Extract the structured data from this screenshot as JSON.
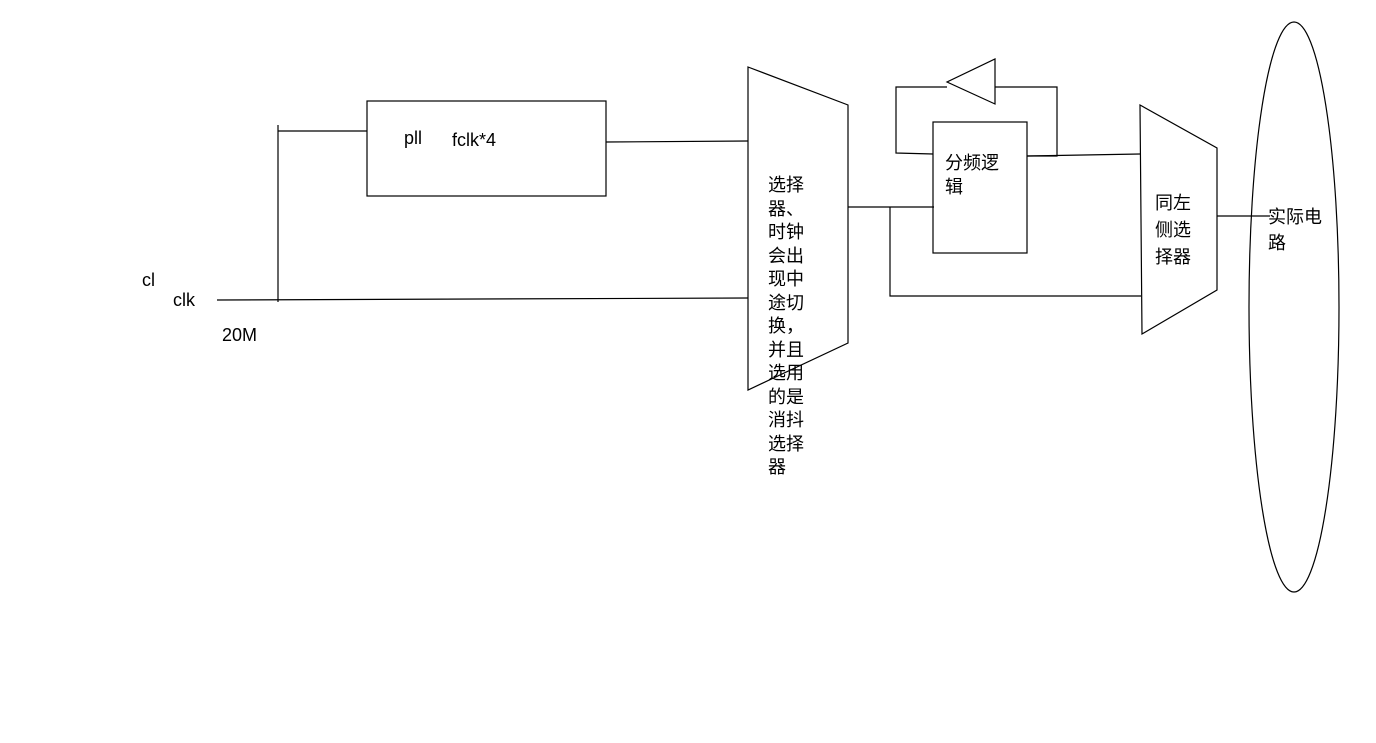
{
  "labels": {
    "cl": "cl",
    "clk": "clk",
    "freq": "20M",
    "pll": "pll",
    "fclk": "fclk*4",
    "mux1_text": "选择器、时钟会出现中途切换，并且选用的是消抖选择器",
    "divider": "分频逻辑",
    "mux2_text": "同左侧选择器",
    "circuit": "实际电路"
  }
}
